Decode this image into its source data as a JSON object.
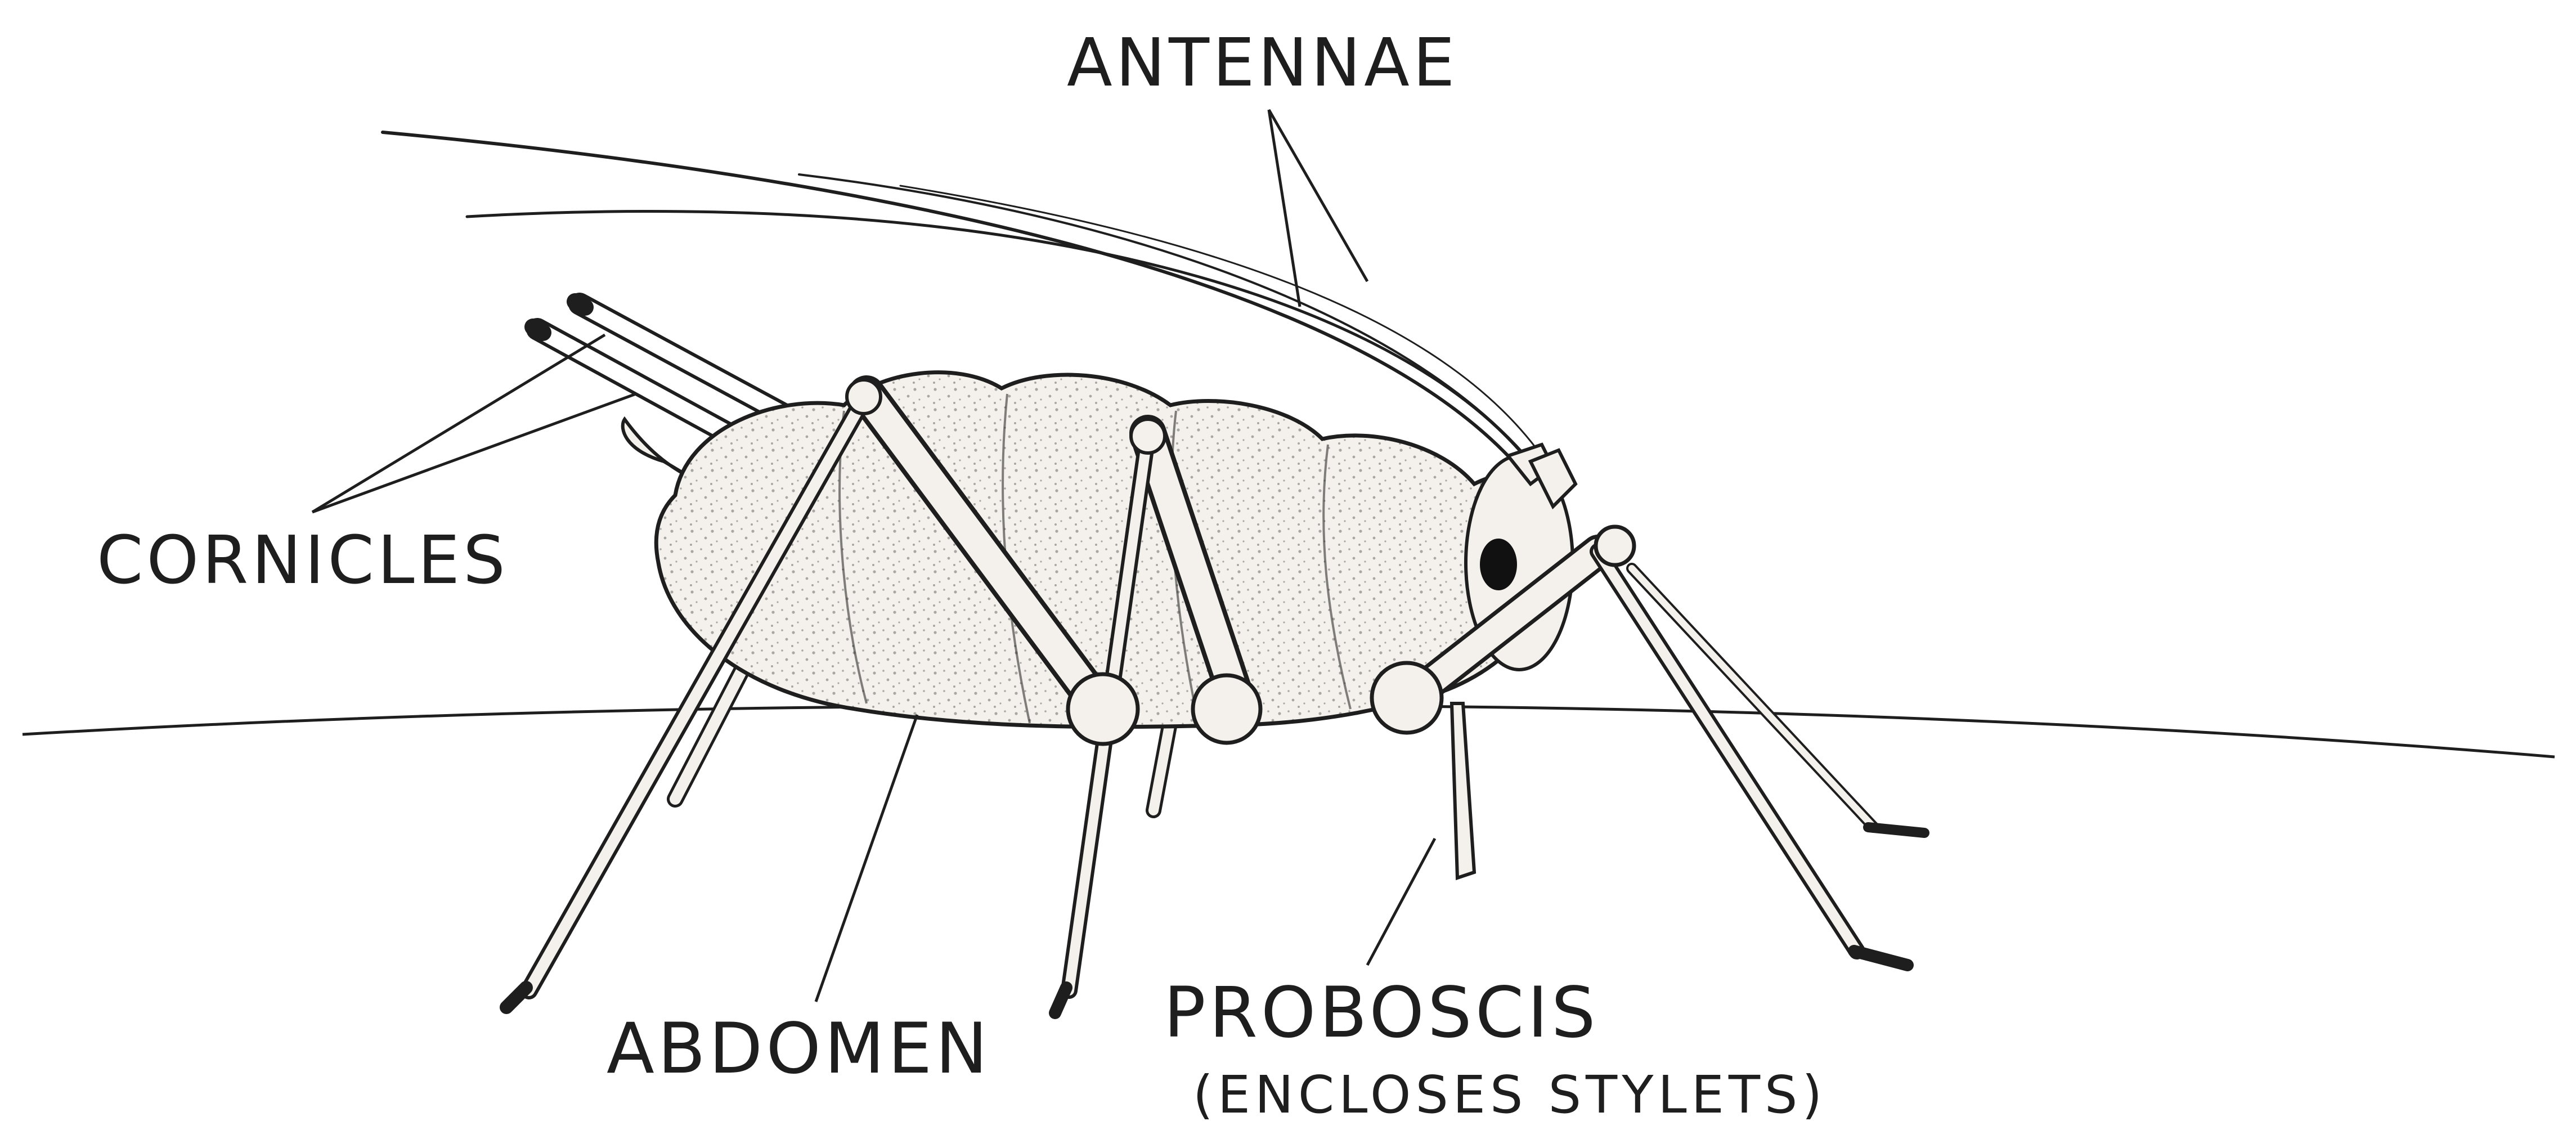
{
  "colors": {
    "ink": "#1e1e1e",
    "body_fill": "#f4f1ec",
    "paper": "#ffffff"
  },
  "icons": [
    "aphid-illustration"
  ],
  "labels": {
    "antennae": "ANTENNAE",
    "cornicles": "CORNICLES",
    "abdomen": "ABDOMEN",
    "proboscis": "PROBOSCIS",
    "proboscis_note": "(ENCLOSES STYLETS)"
  }
}
